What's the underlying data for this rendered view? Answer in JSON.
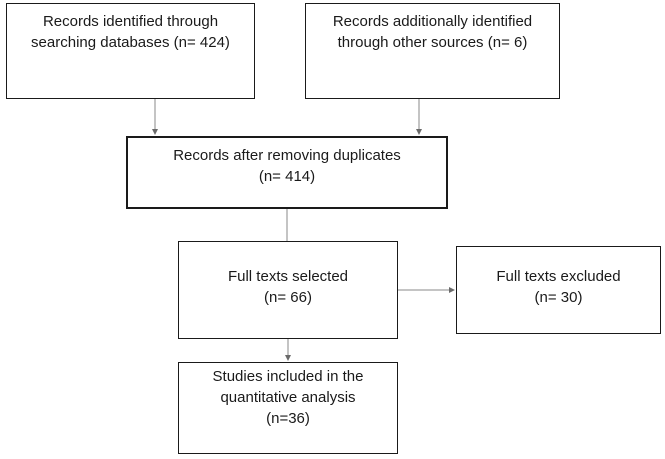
{
  "flow": {
    "db_search": {
      "line1": "Records identified through",
      "line2": "searching databases (n= 424)"
    },
    "other_sources": {
      "line1": "Records additionally identified",
      "line2": "through other sources (n= 6)"
    },
    "dedup": {
      "line1": "Records after removing duplicates",
      "line2": "(n= 414)"
    },
    "full_texts_selected": {
      "line1": "Full texts selected",
      "line2": "(n= 66)"
    },
    "full_texts_excluded": {
      "line1": "Full texts excluded",
      "line2": "(n= 30)"
    },
    "included": {
      "line1": "Studies included in the",
      "line2": "quantitative analysis",
      "line3": "(n=36)"
    }
  },
  "colors": {
    "stroke": "#1a1a1a",
    "connector": "#8a8a8a"
  }
}
